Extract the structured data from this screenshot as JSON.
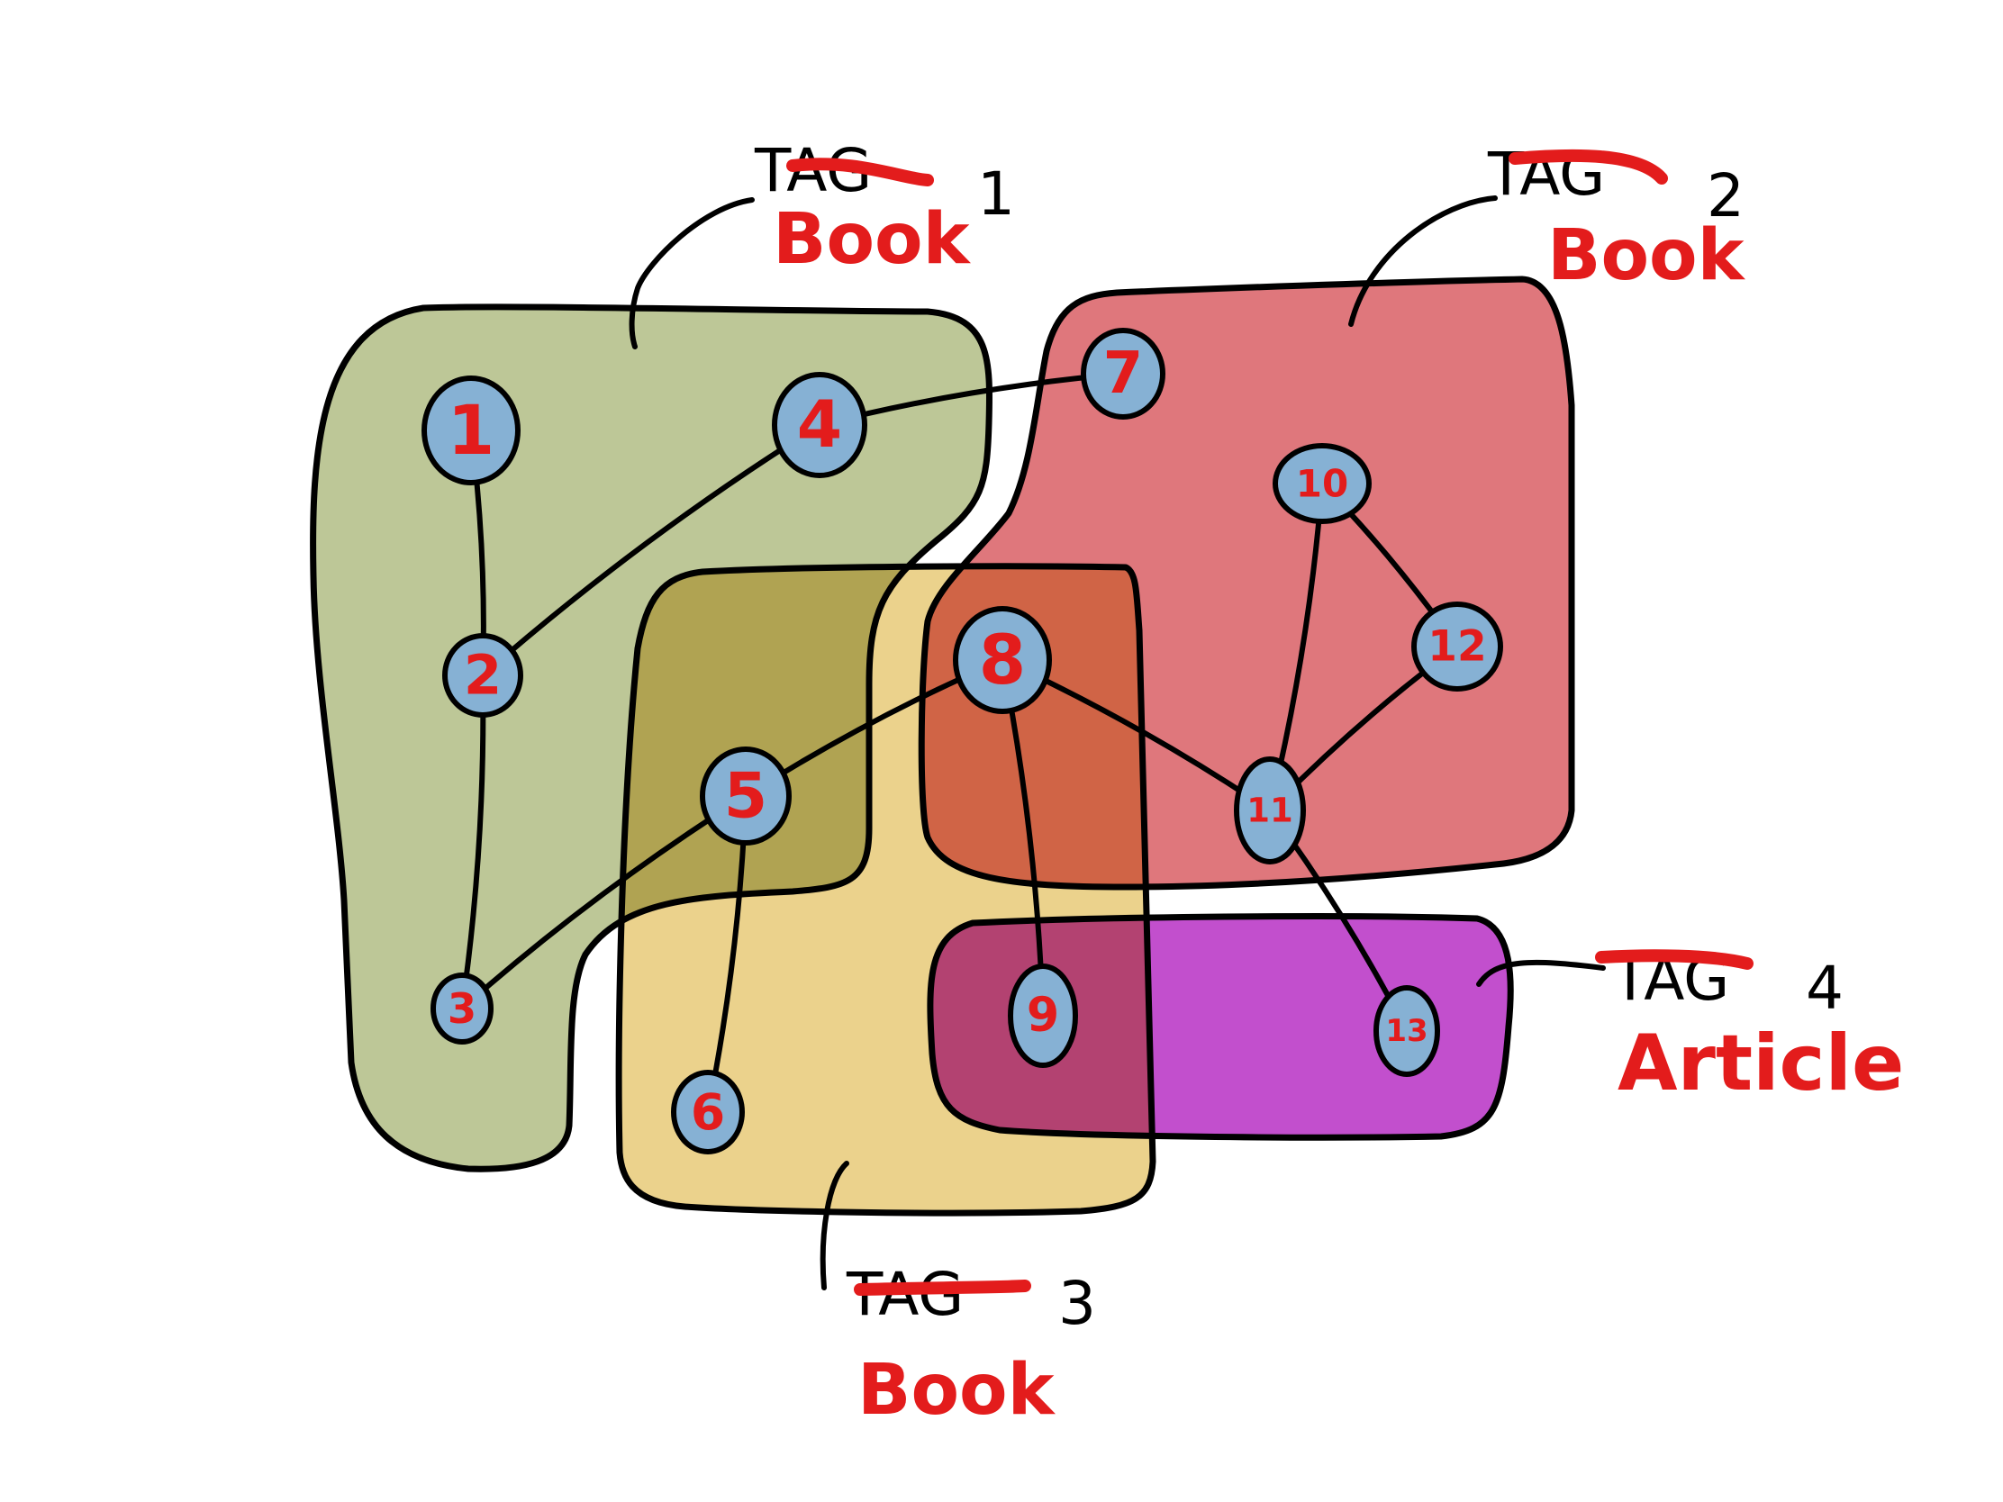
{
  "diagram": {
    "title": "Node groups with renamed tags",
    "groups": [
      {
        "id": "g1",
        "old_label": "TAG",
        "number": "1",
        "new_label": "Book",
        "fill": "#bdc797",
        "nodes": [
          "1",
          "2",
          "3",
          "4",
          "5"
        ]
      },
      {
        "id": "g2",
        "old_label": "TAG",
        "number": "2",
        "new_label": "Book",
        "fill": "#df777c",
        "nodes": [
          "7",
          "8",
          "10",
          "11",
          "12"
        ]
      },
      {
        "id": "g3",
        "old_label": "TAG",
        "number": "3",
        "new_label": "Book",
        "fill": "#ebd28c",
        "nodes": [
          "5",
          "6",
          "8",
          "9"
        ]
      },
      {
        "id": "g4",
        "old_label": "TAG",
        "number": "4",
        "new_label": "Article",
        "fill": "#c24fcd",
        "nodes": [
          "9",
          "13"
        ]
      }
    ],
    "overlap_colors": {
      "g1_g3": "#b0a352",
      "g2_g3": "#d06446",
      "g3_g4": "#b34271"
    },
    "node_color": "#86b1d4",
    "node_label_color": "#e31c1c",
    "nodes": [
      {
        "id": "1",
        "label": "1"
      },
      {
        "id": "2",
        "label": "2"
      },
      {
        "id": "3",
        "label": "3"
      },
      {
        "id": "4",
        "label": "4"
      },
      {
        "id": "5",
        "label": "5"
      },
      {
        "id": "6",
        "label": "6"
      },
      {
        "id": "7",
        "label": "7"
      },
      {
        "id": "8",
        "label": "8"
      },
      {
        "id": "9",
        "label": "9"
      },
      {
        "id": "10",
        "label": "10"
      },
      {
        "id": "11",
        "label": "11"
      },
      {
        "id": "12",
        "label": "12"
      },
      {
        "id": "13",
        "label": "13"
      }
    ],
    "edges": [
      [
        "1",
        "2"
      ],
      [
        "2",
        "3"
      ],
      [
        "2",
        "4"
      ],
      [
        "4",
        "7"
      ],
      [
        "3",
        "5"
      ],
      [
        "5",
        "8"
      ],
      [
        "5",
        "6"
      ],
      [
        "8",
        "9"
      ],
      [
        "8",
        "11"
      ],
      [
        "10",
        "11"
      ],
      [
        "10",
        "12"
      ],
      [
        "11",
        "12"
      ],
      [
        "11",
        "13"
      ]
    ]
  }
}
